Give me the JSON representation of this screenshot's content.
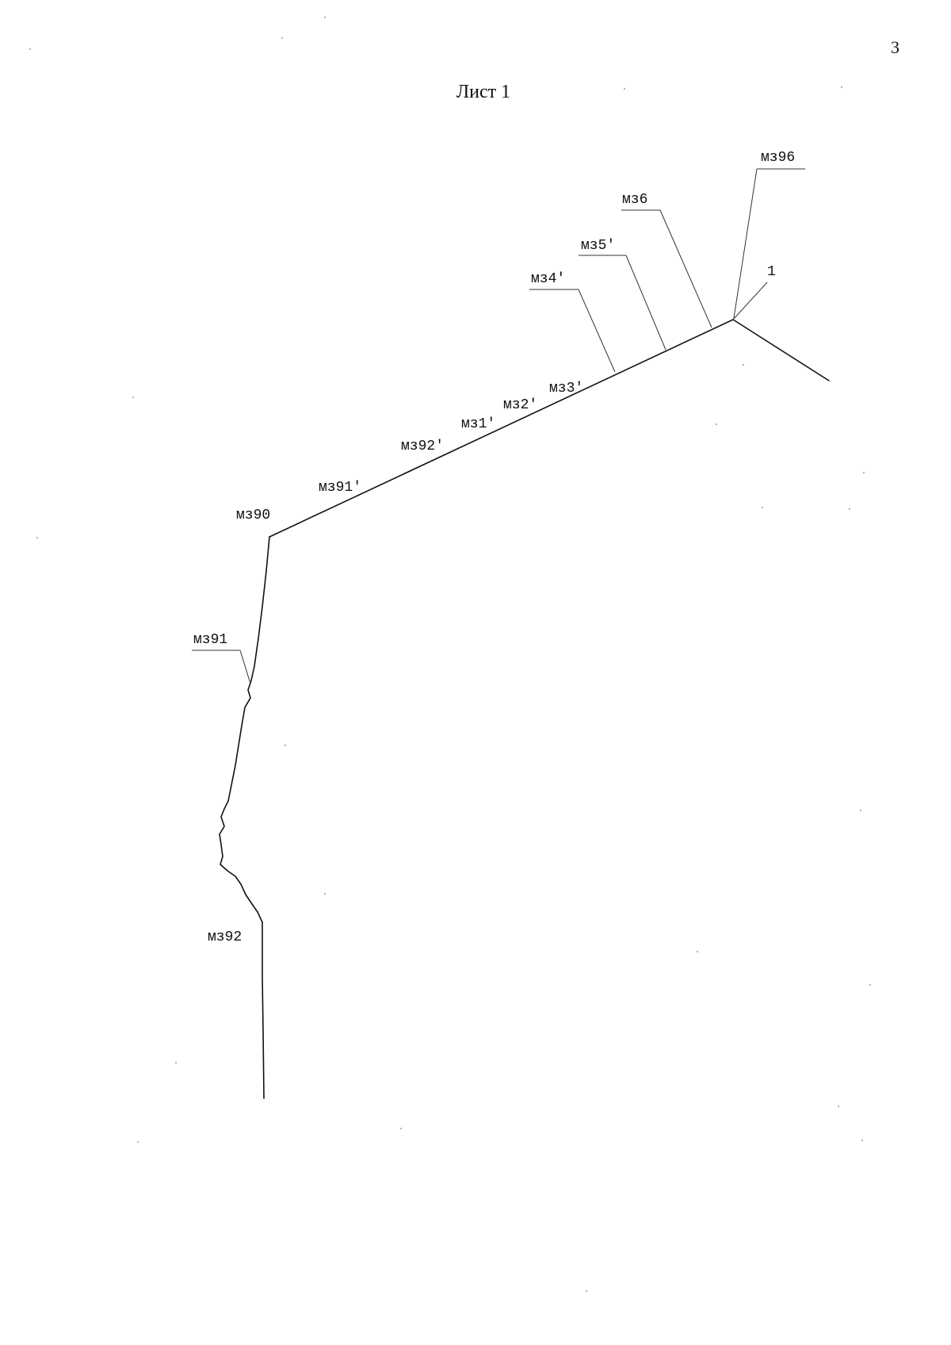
{
  "page_number": "3",
  "sheet_title": "Лист 1",
  "points": {
    "mz96": "мз96",
    "mz6": "мз6",
    "mz5p": "мз5'",
    "mz4p": "мз4'",
    "p1": "1",
    "mz3p": "мз3'",
    "mz2p": "мз2'",
    "mz1p": "мз1'",
    "mz92p": "мз92'",
    "mz91p": "мз91'",
    "mz90": "мз90",
    "mz91": "мз91",
    "mz92": "мз92"
  }
}
